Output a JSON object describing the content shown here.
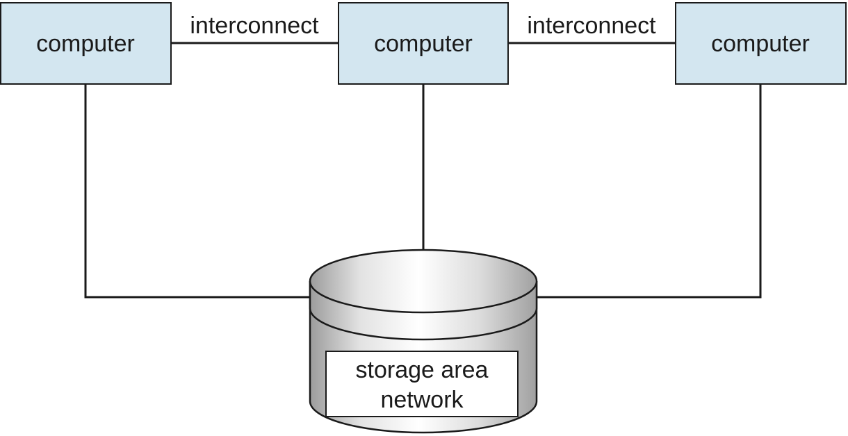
{
  "nodes": {
    "computer_left": {
      "label": "computer"
    },
    "computer_center": {
      "label": "computer"
    },
    "computer_right": {
      "label": "computer"
    },
    "storage": {
      "label_line1": "storage area",
      "label_line2": "network"
    }
  },
  "edges": {
    "interconnect_left": {
      "label": "interconnect"
    },
    "interconnect_right": {
      "label": "interconnect"
    }
  },
  "colors": {
    "computer_fill": "#d3e6f0",
    "stroke": "#1a1a1a",
    "storage_light": "#ffffff",
    "storage_dark": "#a9a9a9",
    "label_box_fill": "#ffffff"
  }
}
